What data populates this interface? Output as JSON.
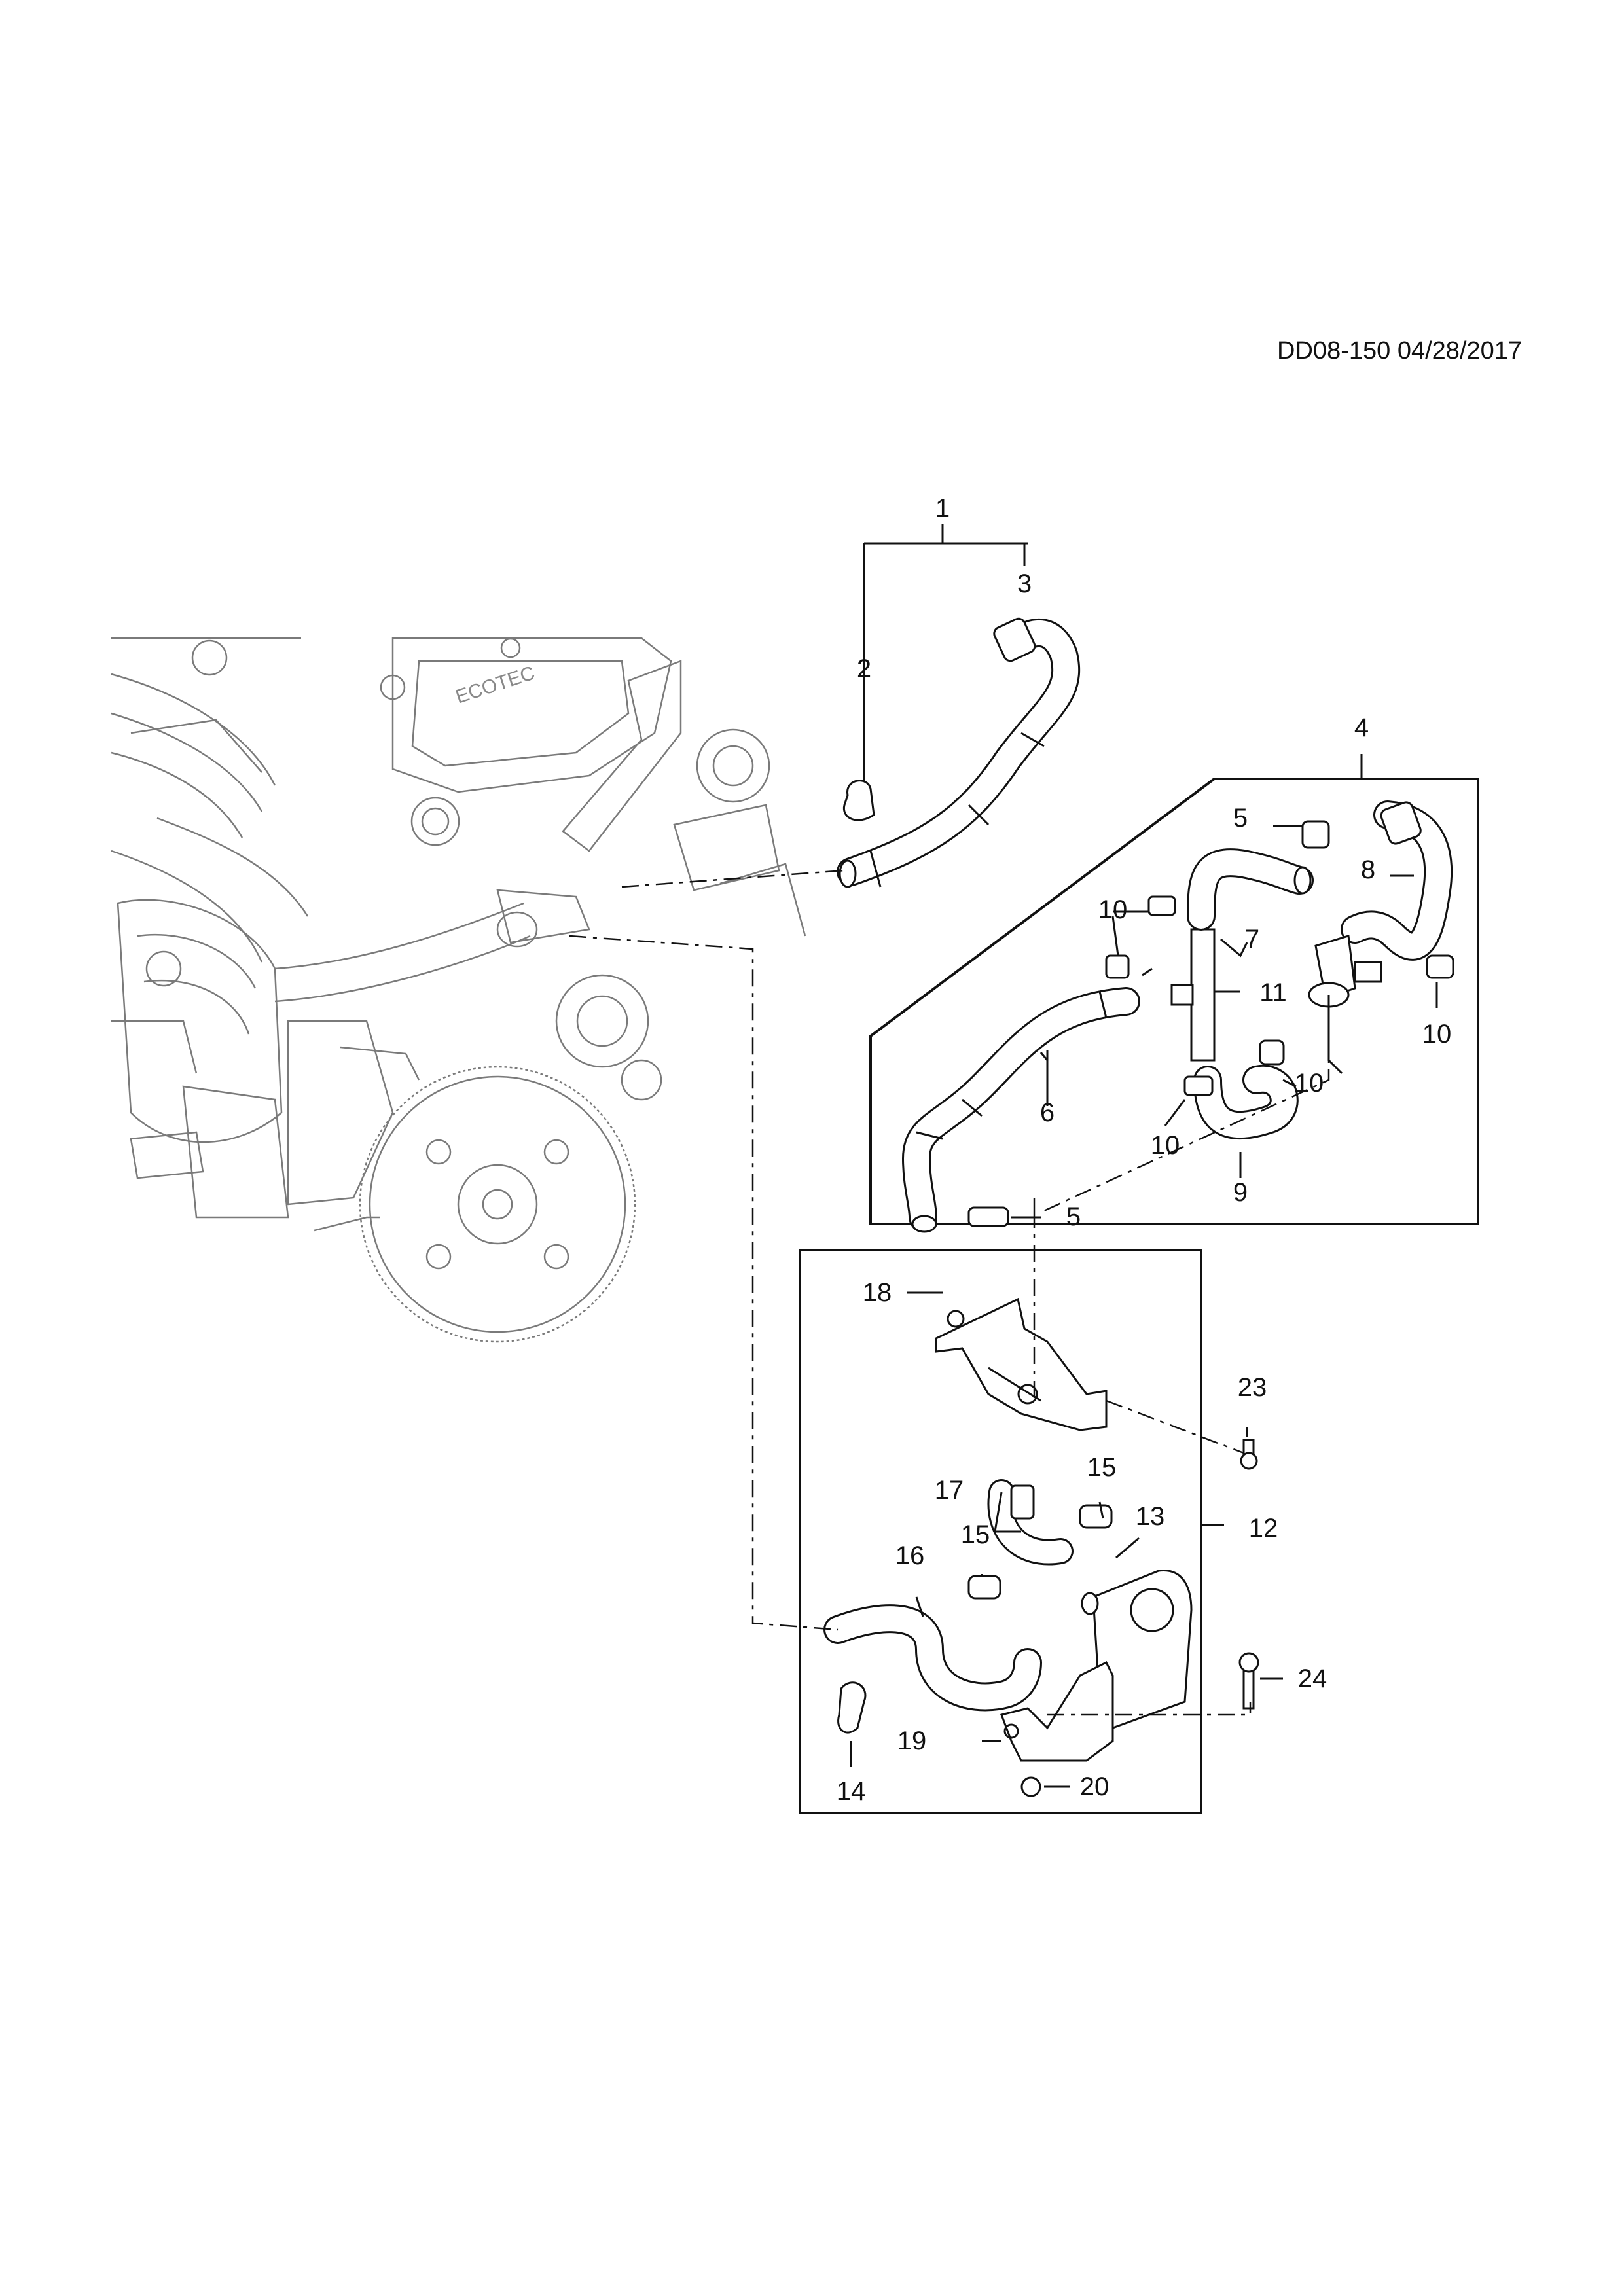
{
  "header": {
    "diagram_code": "DD08-150 04/28/2017"
  },
  "callouts": {
    "c1": "1",
    "c2": "2",
    "c3": "3",
    "c4": "4",
    "c5a": "5",
    "c5b": "5",
    "c6": "6",
    "c7": "7",
    "c8": "8",
    "c9": "9",
    "c10a": "10",
    "c10b": "10",
    "c10c": "10",
    "c10d": "10",
    "c11": "11",
    "c12": "12",
    "c13": "13",
    "c14": "14",
    "c15a": "15",
    "c15b": "15",
    "c16": "16",
    "c17": "17",
    "c18": "18",
    "c19": "19",
    "c20": "20",
    "c23": "23",
    "c24": "24"
  },
  "engine_badge": "ECOTEC"
}
